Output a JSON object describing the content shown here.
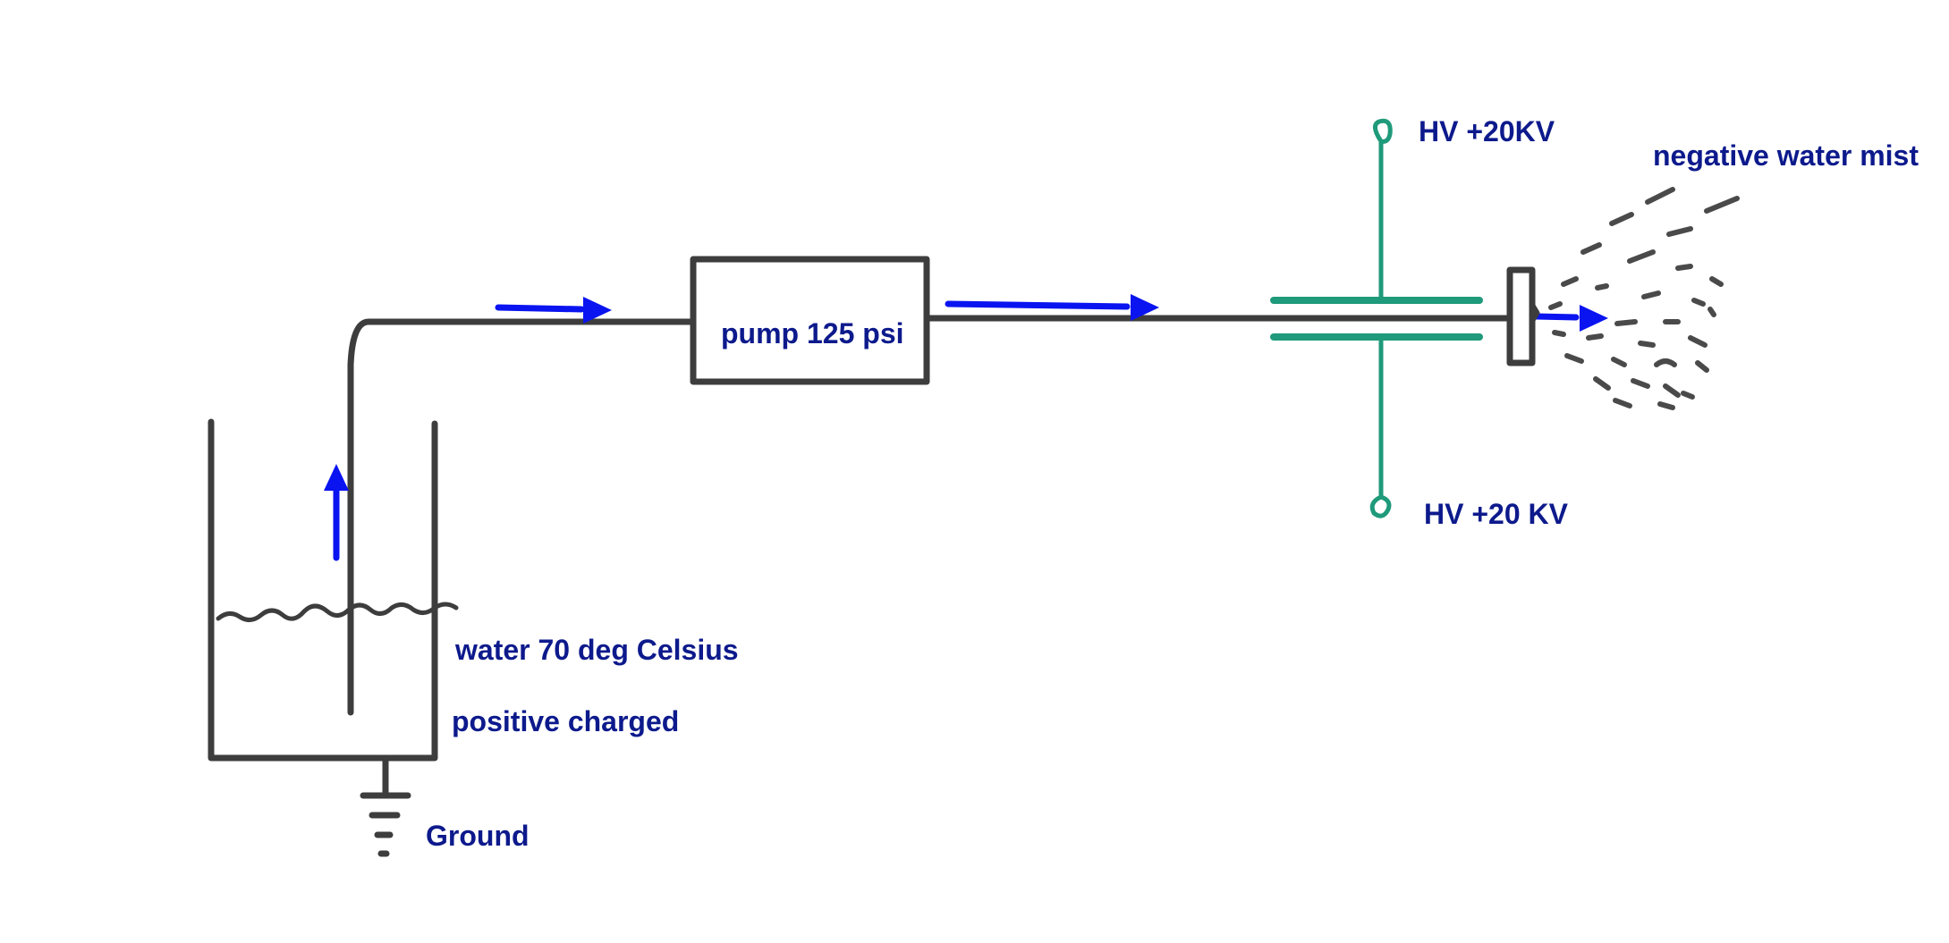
{
  "labels": {
    "pump": "pump 125 psi",
    "water": "water 70 deg Celsius",
    "charge": "positive charged",
    "ground": "Ground",
    "hv_top": "HV +20KV",
    "hv_bottom": "HV +20 KV",
    "mist": "negative water mist"
  },
  "colors": {
    "label_text": "#0d1a8c",
    "flow_arrow": "#0a14f0",
    "hv_electrode": "#1f9a7a",
    "pencil_ink": "#3d3d3d"
  },
  "icons": {
    "ground": "ground-symbol-icon",
    "flow": "arrow-icon"
  }
}
